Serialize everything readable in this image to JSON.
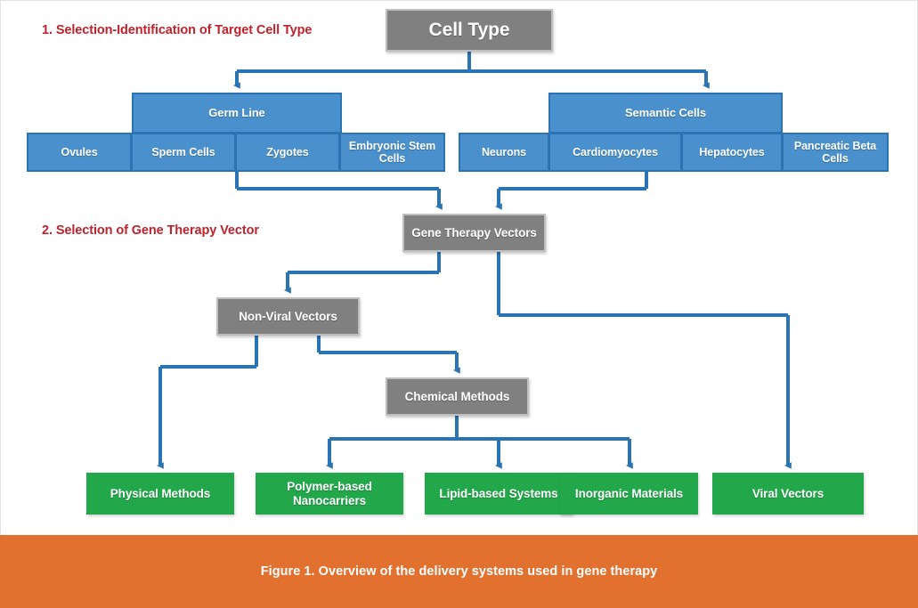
{
  "figure": {
    "caption": "Figure 1. Overview of the delivery systems used in gene therapy",
    "caption_bar_color": "#e2702e"
  },
  "colors": {
    "root_gray": "#808080",
    "cell_blue": "#4a90cc",
    "cell_blue_border": "#2a74b4",
    "method_green": "#22a84a",
    "step_label_red": "#c0222b",
    "connector_blue": "#2a74b4",
    "canvas": "#ffffff"
  },
  "steps": [
    {
      "id": "step-1",
      "label": "1. Selection-Identification of Target Cell Type"
    },
    {
      "id": "step-2",
      "label": "2. Selection of Gene Therapy Vector"
    }
  ],
  "nodes": {
    "root": {
      "label": "Cell Type",
      "type": "gray"
    },
    "cell_categories": [
      {
        "label": "Germ Line",
        "type": "blue"
      },
      {
        "label": "Semantic Cells",
        "type": "blue"
      }
    ],
    "germ_line_cells": [
      {
        "label": "Ovules"
      },
      {
        "label": "Sperm Cells"
      },
      {
        "label": "Zygotes"
      },
      {
        "label": "Embryonic Stem Cells"
      }
    ],
    "somatic_cells": [
      {
        "label": "Neurons"
      },
      {
        "label": "Cardiomyocytes"
      },
      {
        "label": "Hepatocytes"
      },
      {
        "label": "Pancreatic Beta Cells"
      }
    ],
    "vectors_root": {
      "label": "Gene Therapy Vectors",
      "type": "gray"
    },
    "non_viral": {
      "label": "Non-Viral Vectors",
      "type": "gray"
    },
    "chemical": {
      "label": "Chemical Methods",
      "type": "gray"
    },
    "leaves": [
      {
        "label": "Physical Methods",
        "type": "green"
      },
      {
        "label": "Polymer-based Nanocarriers",
        "type": "green"
      },
      {
        "label": "Lipid-based Systems",
        "type": "green"
      },
      {
        "label": "Inorganic Materials",
        "type": "green"
      },
      {
        "label": "Viral Vectors",
        "type": "green"
      }
    ]
  },
  "chart_data": {
    "type": "diagram",
    "title": "Figure 1. Overview of the delivery systems used in gene therapy",
    "layout": "top-down hierarchy tree",
    "edges": [
      {
        "from": "Cell Type",
        "to": "Germ Line"
      },
      {
        "from": "Cell Type",
        "to": "Semantic Cells"
      },
      {
        "from": "Germ Line",
        "to": "Gene Therapy Vectors"
      },
      {
        "from": "Semantic Cells",
        "to": "Gene Therapy Vectors"
      },
      {
        "from": "Gene Therapy Vectors",
        "to": "Non-Viral Vectors"
      },
      {
        "from": "Gene Therapy Vectors",
        "to": "Viral Vectors"
      },
      {
        "from": "Non-Viral Vectors",
        "to": "Physical Methods"
      },
      {
        "from": "Non-Viral Vectors",
        "to": "Chemical Methods"
      },
      {
        "from": "Chemical Methods",
        "to": "Polymer-based Nanocarriers"
      },
      {
        "from": "Chemical Methods",
        "to": "Lipid-based Systems"
      },
      {
        "from": "Chemical Methods",
        "to": "Inorganic Materials"
      }
    ]
  }
}
